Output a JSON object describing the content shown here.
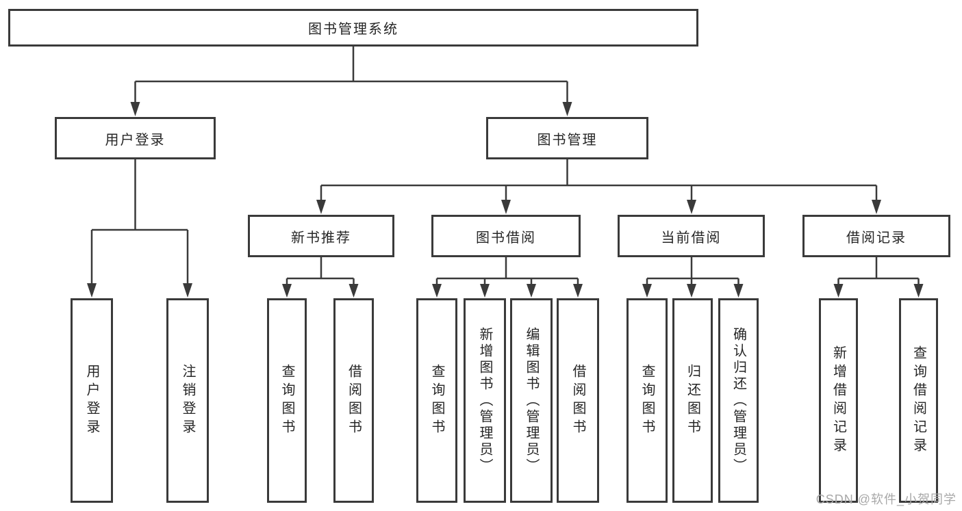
{
  "tree": {
    "label": "图书管理系统",
    "children": [
      {
        "label": "用户登录",
        "children": [
          {
            "label": "用户登录"
          },
          {
            "label": "注销登录"
          }
        ]
      },
      {
        "label": "图书管理",
        "children": [
          {
            "label": "新书推荐",
            "children": [
              {
                "label": "查询图书"
              },
              {
                "label": "借阅图书"
              }
            ]
          },
          {
            "label": "图书借阅",
            "children": [
              {
                "label": "查询图书"
              },
              {
                "label": "新增图书（管理员）"
              },
              {
                "label": "编辑图书（管理员）"
              },
              {
                "label": "借阅图书"
              }
            ]
          },
          {
            "label": "当前借阅",
            "children": [
              {
                "label": "查询图书"
              },
              {
                "label": "归还图书"
              },
              {
                "label": "确认归还（管理员）"
              }
            ]
          },
          {
            "label": "借阅记录",
            "children": [
              {
                "label": "新增借阅记录"
              },
              {
                "label": "查询借阅记录"
              }
            ]
          }
        ]
      }
    ]
  },
  "watermark": {
    "text": "CSDN @软件_小贺同学"
  },
  "colors": {
    "line": "#3a3a3a",
    "text": "#262626",
    "watermark": "#a8a8a8",
    "background": "#ffffff"
  }
}
